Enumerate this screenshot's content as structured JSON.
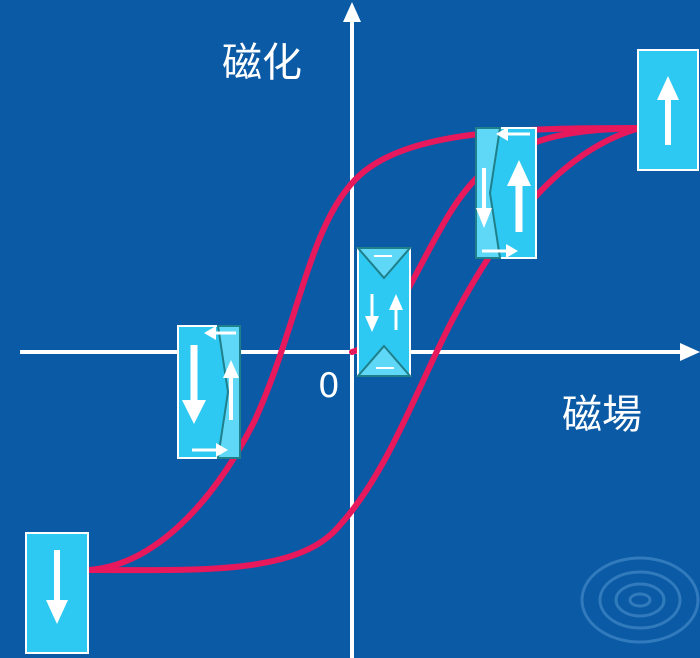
{
  "diagram": {
    "y_axis_label": "磁化",
    "x_axis_label": "磁場",
    "origin_label": "0",
    "colors": {
      "background": "#0a5aa6",
      "axis": "#ffffff",
      "hysteresis_curve": "#e8185c",
      "domain_fill": "#2ec9f2",
      "domain_border": "#ffffff",
      "domain_wall": "#1f7f8a",
      "arrow": "#ffffff"
    },
    "domains": [
      {
        "state": "negative-saturation",
        "magnetization": "down"
      },
      {
        "state": "mostly-down",
        "magnetization": "mixed"
      },
      {
        "state": "demagnetized",
        "magnetization": "mixed"
      },
      {
        "state": "mostly-up",
        "magnetization": "mixed"
      },
      {
        "state": "positive-saturation",
        "magnetization": "up"
      }
    ],
    "watermark_icon": "water-ripple-icon"
  }
}
